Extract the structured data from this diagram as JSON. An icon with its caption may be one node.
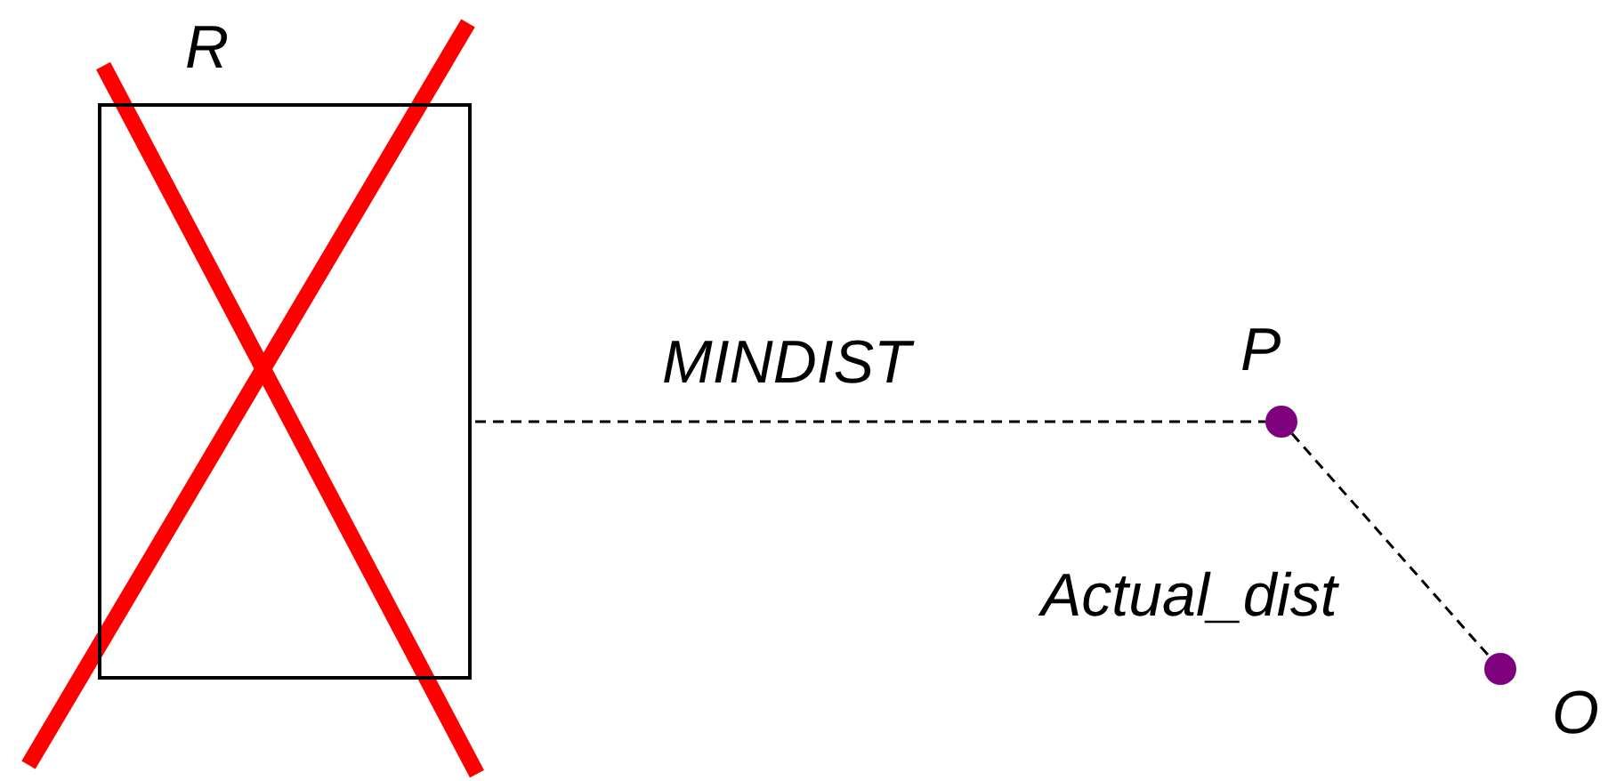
{
  "diagram": {
    "nodes": [
      {
        "text": [
          "R"
        ]
      },
      {
        "text": [],
        "shape": "circle",
        "beside": [
          "P"
        ]
      },
      {
        "text": [],
        "shape": "circle",
        "beside": [
          "O"
        ]
      }
    ],
    "edges": [
      {
        "from": 0,
        "to": 1,
        "arrow": "none",
        "label": "MINDIST",
        "style": "dashed"
      },
      {
        "from": 1,
        "to": 2,
        "arrow": "none",
        "label": "Actual_dist",
        "style": "dashed"
      }
    ]
  }
}
